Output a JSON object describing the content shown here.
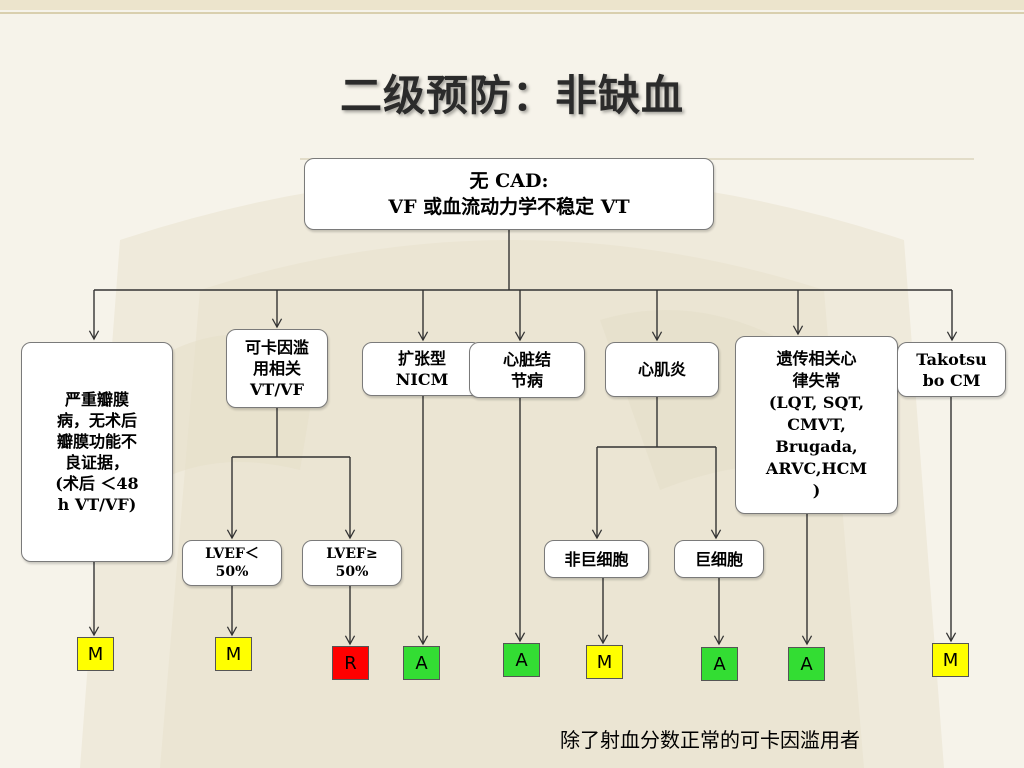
{
  "title": "二级预防：非缺血",
  "root": {
    "line1": "无 CAD:",
    "line2": "VF 或血流动力学不稳定 VT"
  },
  "categories": {
    "valve": "严重瓣膜\n病，无术后\n瓣膜功能不\n良证据，\n(术后 ＜48\nh VT/VF)",
    "cocaine": "可卡因滥\n用相关\nVT/VF",
    "nicm": "扩张型\nNICM",
    "sarcoid": "心脏结\n节病",
    "myocarditis": "心肌炎",
    "genetic": "遗传相关心\n律失常\n(LQT, SQT,\nCMVT,\nBrugada,\nARVC,HCM\n)",
    "takotsubo": "Takotsu\nbo CM"
  },
  "sub": {
    "lvef_low": "LVEF＜\n50%",
    "lvef_high": "LVEF≥\n50%",
    "non_giant": "非巨细胞",
    "giant": "巨细胞"
  },
  "badges": {
    "valve": "M",
    "lvef_low": "M",
    "lvef_high": "R",
    "nicm": "A",
    "sarcoid": "A",
    "non_giant": "M",
    "giant": "A",
    "genetic": "A",
    "takotsubo": "M"
  },
  "colors": {
    "M": "#ffff00",
    "A": "#33dd33",
    "R": "#ff0000",
    "connector": "#333333"
  },
  "footnote": "除了射血分数正常的可卡因滥用者"
}
